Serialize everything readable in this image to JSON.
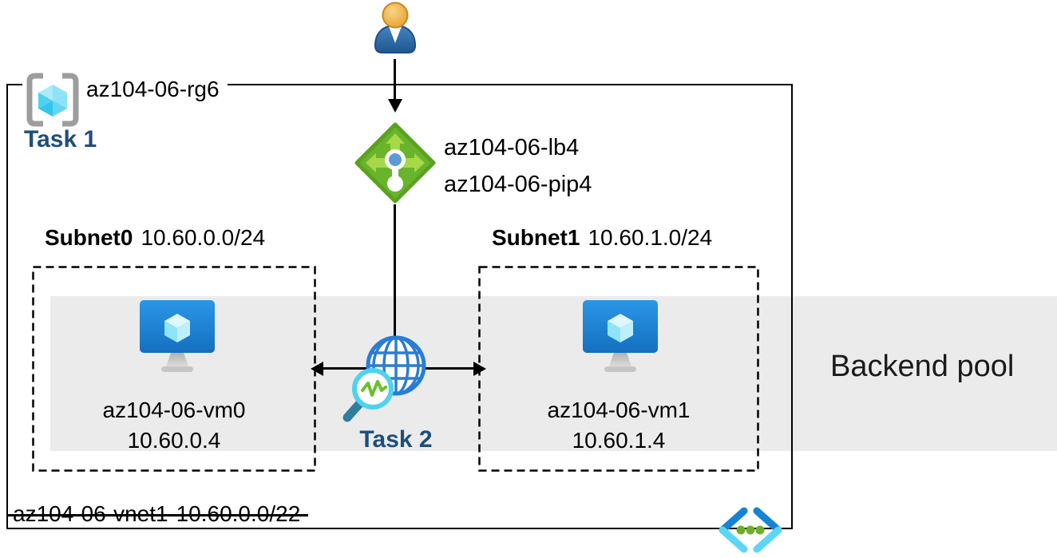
{
  "diagram": {
    "resource_group": {
      "label": "az104-06-rg6",
      "task_label": "Task 1"
    },
    "load_balancer": {
      "name": "az104-06-lb4",
      "public_ip": "az104-06-pip4"
    },
    "network_watcher": {
      "task_label": "Task 2"
    },
    "subnets": [
      {
        "name": "Subnet0",
        "cidr": "10.60.0.0/24",
        "vm": {
          "name": "az104-06-vm0",
          "ip": "10.60.0.4"
        }
      },
      {
        "name": "Subnet1",
        "cidr": "10.60.1.0/24",
        "vm": {
          "name": "az104-06-vm1",
          "ip": "10.60.1.4"
        }
      }
    ],
    "backend_pool": {
      "label": "Backend pool"
    },
    "vnet": {
      "name": "az104-06-vnet1",
      "cidr": "10.60.0.0/22"
    },
    "icons": {
      "user": "person-icon",
      "resource_group": "resource-group-brackets-cube-icon",
      "load_balancer": "load-balancer-diamond-icon",
      "network_watcher": "globe-magnifier-icon",
      "virtual_machine": "vm-monitor-cube-icon",
      "virtual_network": "vnet-chevrons-dots-icon"
    },
    "colors": {
      "task_label_blue": "#1F4E79",
      "backend_band_gray": "#EBEBEB",
      "lb_green": "#69B42C",
      "lb_arrow_green": "#A6D848",
      "globe_blue": "#2B7CD3",
      "magnifier_cyan": "#4FD2EF",
      "zigzag_green": "#6ABF2A",
      "vm_blue": "#1E86DD",
      "cube_cyan": "#3DC8EE",
      "vnet_chevron_blue": "#1583D5",
      "vnet_chevron_cyan": "#5CD6F7",
      "vnet_dot_green": "#6FAE28"
    }
  }
}
